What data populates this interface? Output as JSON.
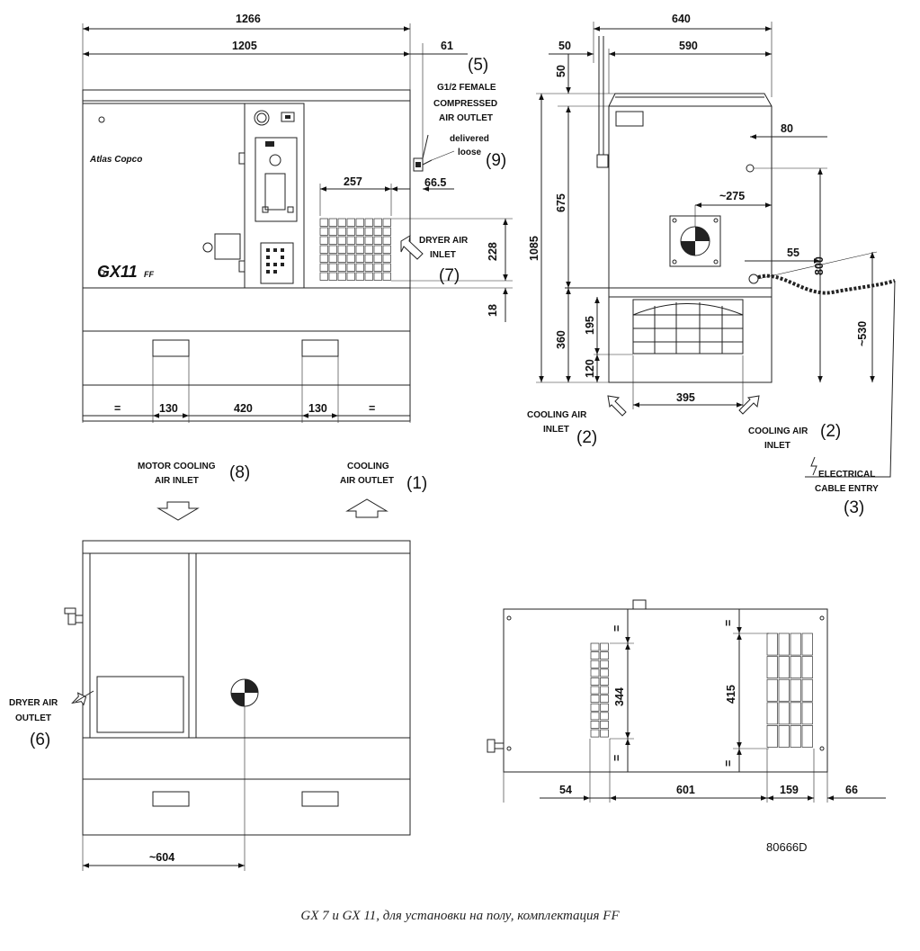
{
  "front_view": {
    "dims": {
      "total_width": "1266",
      "body_width": "1205",
      "outlet_offset": "61",
      "dryer_inlet_width": "257",
      "dryer_inlet_offset": "66.5",
      "dryer_inlet_height": "228",
      "dryer_inlet_bottom": "18",
      "base_eq_left": "=",
      "fork_pocket_left": "130",
      "fork_pocket_gap": "420",
      "fork_pocket_right": "130",
      "base_eq_right": "="
    },
    "brand": "Atlas Copco",
    "model": "GX11",
    "model_suffix": "FF",
    "labels": {
      "air_outlet_line1": "G1/2  FEMALE",
      "air_outlet_line2": "COMPRESSED",
      "air_outlet_line3": "AIR OUTLET",
      "air_outlet_num": "(5)",
      "delivered_line1": "delivered",
      "delivered_line2": "loose",
      "delivered_num": "(9)",
      "dryer_inlet_line1": "DRYER AIR",
      "dryer_inlet_line2": "INLET",
      "dryer_inlet_num": "(7)"
    }
  },
  "side_view": {
    "dims": {
      "total_depth": "640",
      "offset_50": "50",
      "body_depth": "590",
      "top_50": "50",
      "cable_80": "80",
      "upper_675": "675",
      "total_height": "1085",
      "fan_275": "~275",
      "entry_55": "55",
      "height_800": "800",
      "lower_360": "360",
      "grille_195": "195",
      "grille_120": "120",
      "cable_530": "~530",
      "grille_395": "395"
    },
    "labels": {
      "cooling_left_line1": "COOLING AIR",
      "cooling_left_line2": "INLET",
      "cooling_left_num": "(2)",
      "cooling_right_line1": "COOLING AIR",
      "cooling_right_line2": "INLET",
      "cooling_right_num": "(2)",
      "electrical_line1": "ELECTRICAL",
      "electrical_line2": "CABLE ENTRY",
      "electrical_num": "(3)"
    }
  },
  "flow_legend": {
    "motor_cooling_line1": "MOTOR COOLING",
    "motor_cooling_line2": "AIR INLET",
    "motor_cooling_num": "(8)",
    "cooling_outlet_line1": "COOLING",
    "cooling_outlet_line2": "AIR OUTLET",
    "cooling_outlet_num": "(1)"
  },
  "rear_view": {
    "dims": {
      "fan_604": "~604"
    },
    "labels": {
      "dryer_outlet_line1": "DRYER AIR",
      "dryer_outlet_line2": "OUTLET",
      "dryer_outlet_num": "(6)"
    }
  },
  "top_view": {
    "dims": {
      "grille_344": "344",
      "grille_415": "415",
      "dim_54": "54",
      "dim_601": "601",
      "dim_159": "159",
      "dim_66": "66",
      "eq_mark": "="
    }
  },
  "drawing_number": "80666D",
  "caption": "GX 7 и GX 11, для установки на полу, комплектация FF"
}
